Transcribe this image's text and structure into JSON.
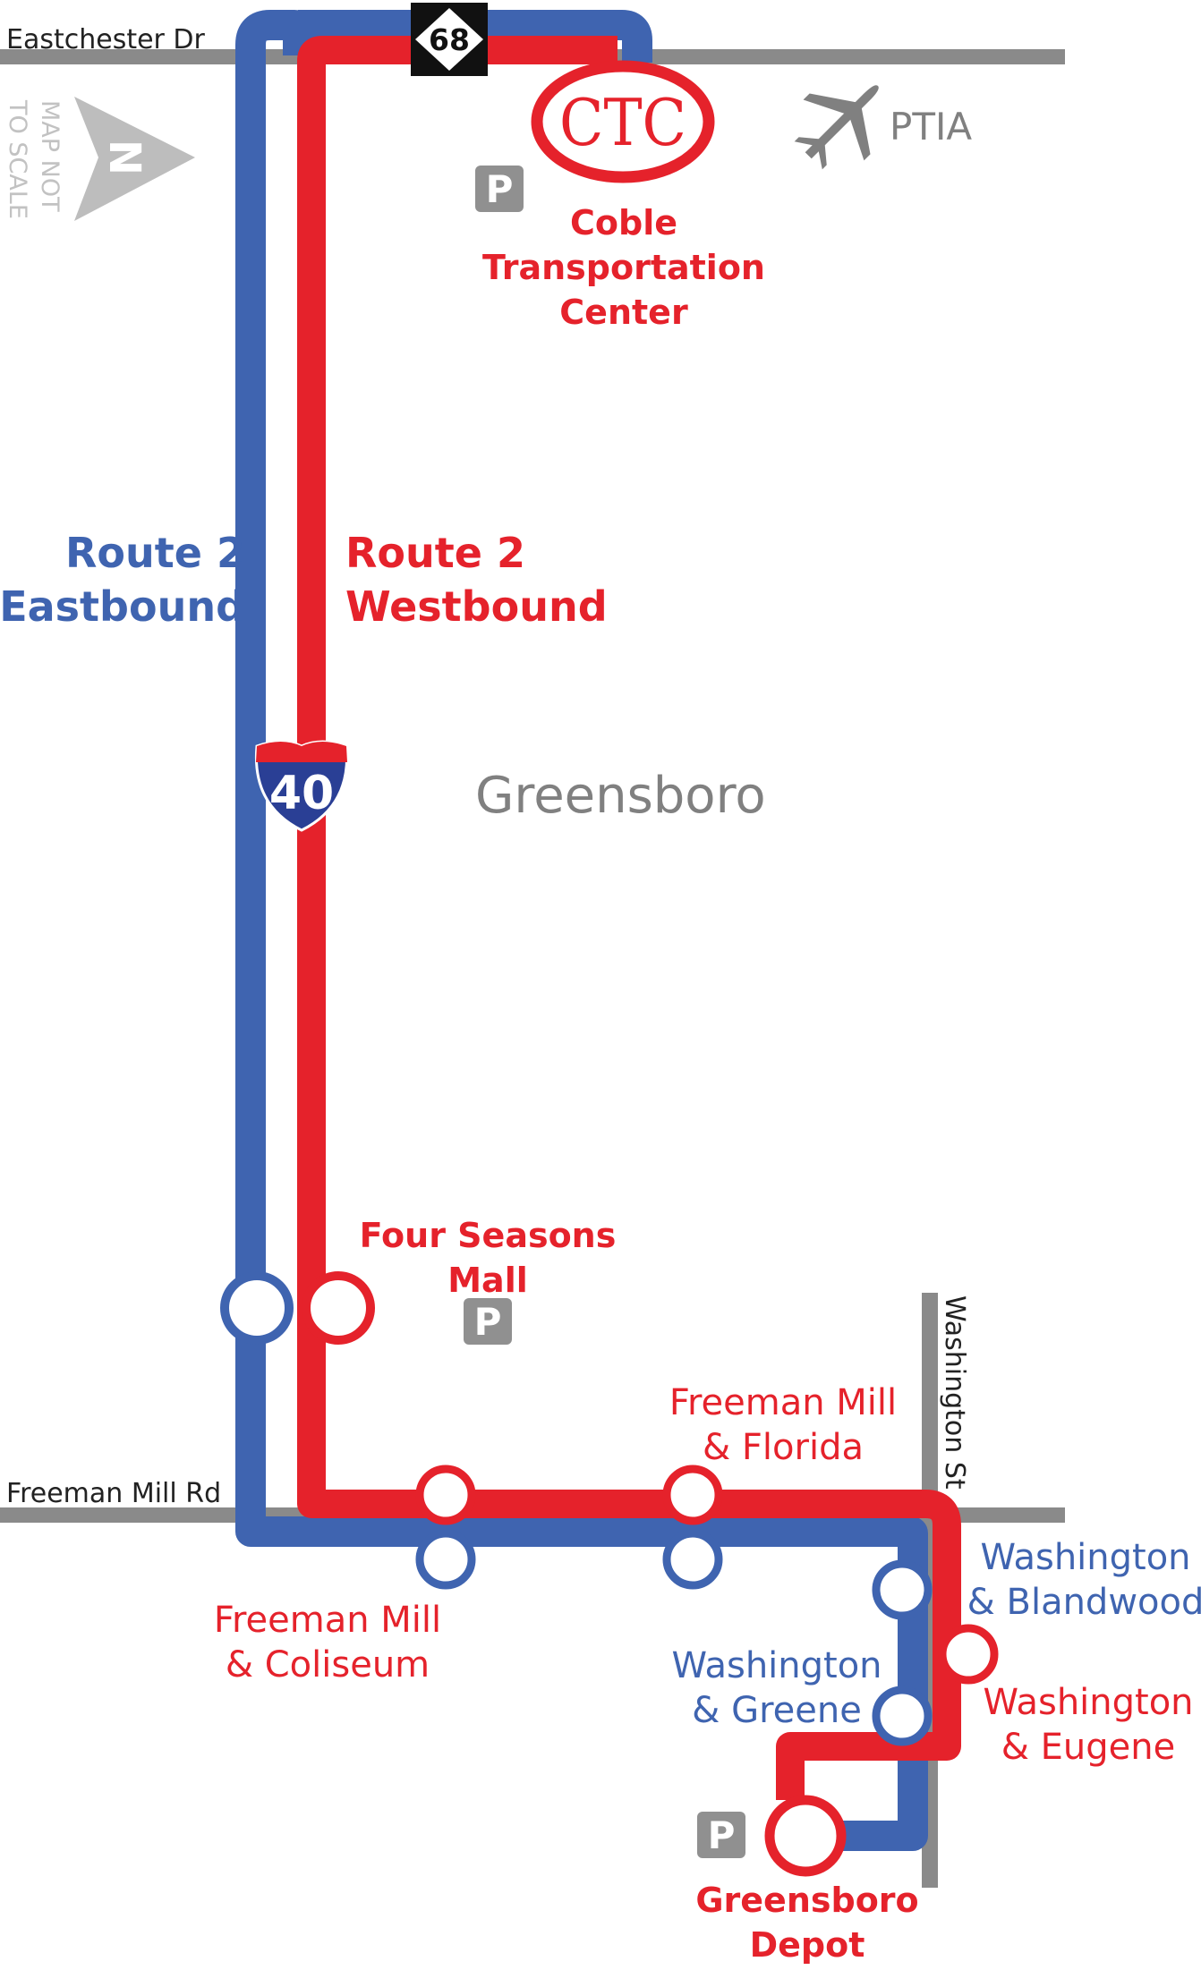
{
  "colors": {
    "eastbound": "#3f64b0",
    "westbound": "#e5222b",
    "street": "#8a8a8a",
    "label_gray": "#808080",
    "parking_gray": "#909090",
    "compass_gray": "#bdbdbd",
    "interstate_blue": "#2a3f95",
    "highway_black": "#111111"
  },
  "streets": {
    "eastchester": "Eastchester Dr",
    "freeman_mill": "Freeman Mill Rd",
    "washington": "Washington St"
  },
  "compass": {
    "letter": "N",
    "note_line1": "MAP NOT",
    "note_line2": "TO SCALE"
  },
  "shields": {
    "state_route": "68",
    "interstate": "40"
  },
  "airport": {
    "label": "PTIA",
    "icon": "airplane-icon"
  },
  "city": "Greensboro",
  "routes": {
    "eastbound": {
      "line1": "Route 2",
      "line2": "Eastbound"
    },
    "westbound": {
      "line1": "Route 2",
      "line2": "Westbound"
    }
  },
  "parking": {
    "letter": "P",
    "icon": "parking-icon"
  },
  "stations": {
    "ctc": {
      "logo_text": "CTC",
      "name_line1": "Coble",
      "name_line2": "Transportation",
      "name_line3": "Center"
    },
    "depot": {
      "name_line1": "Greensboro",
      "name_line2": "Depot"
    }
  },
  "stops": {
    "four_seasons": {
      "line1": "Four Seasons",
      "line2": "Mall"
    },
    "freeman_florida": {
      "line1": "Freeman Mill",
      "line2": "& Florida"
    },
    "freeman_coliseum": {
      "line1": "Freeman Mill",
      "line2": "& Coliseum"
    },
    "washington_blandwood": {
      "line1": "Washington",
      "line2": "& Blandwood"
    },
    "washington_greene": {
      "line1": "Washington",
      "line2": "& Greene"
    },
    "washington_eugene": {
      "line1": "Washington",
      "line2": "& Eugene"
    }
  }
}
